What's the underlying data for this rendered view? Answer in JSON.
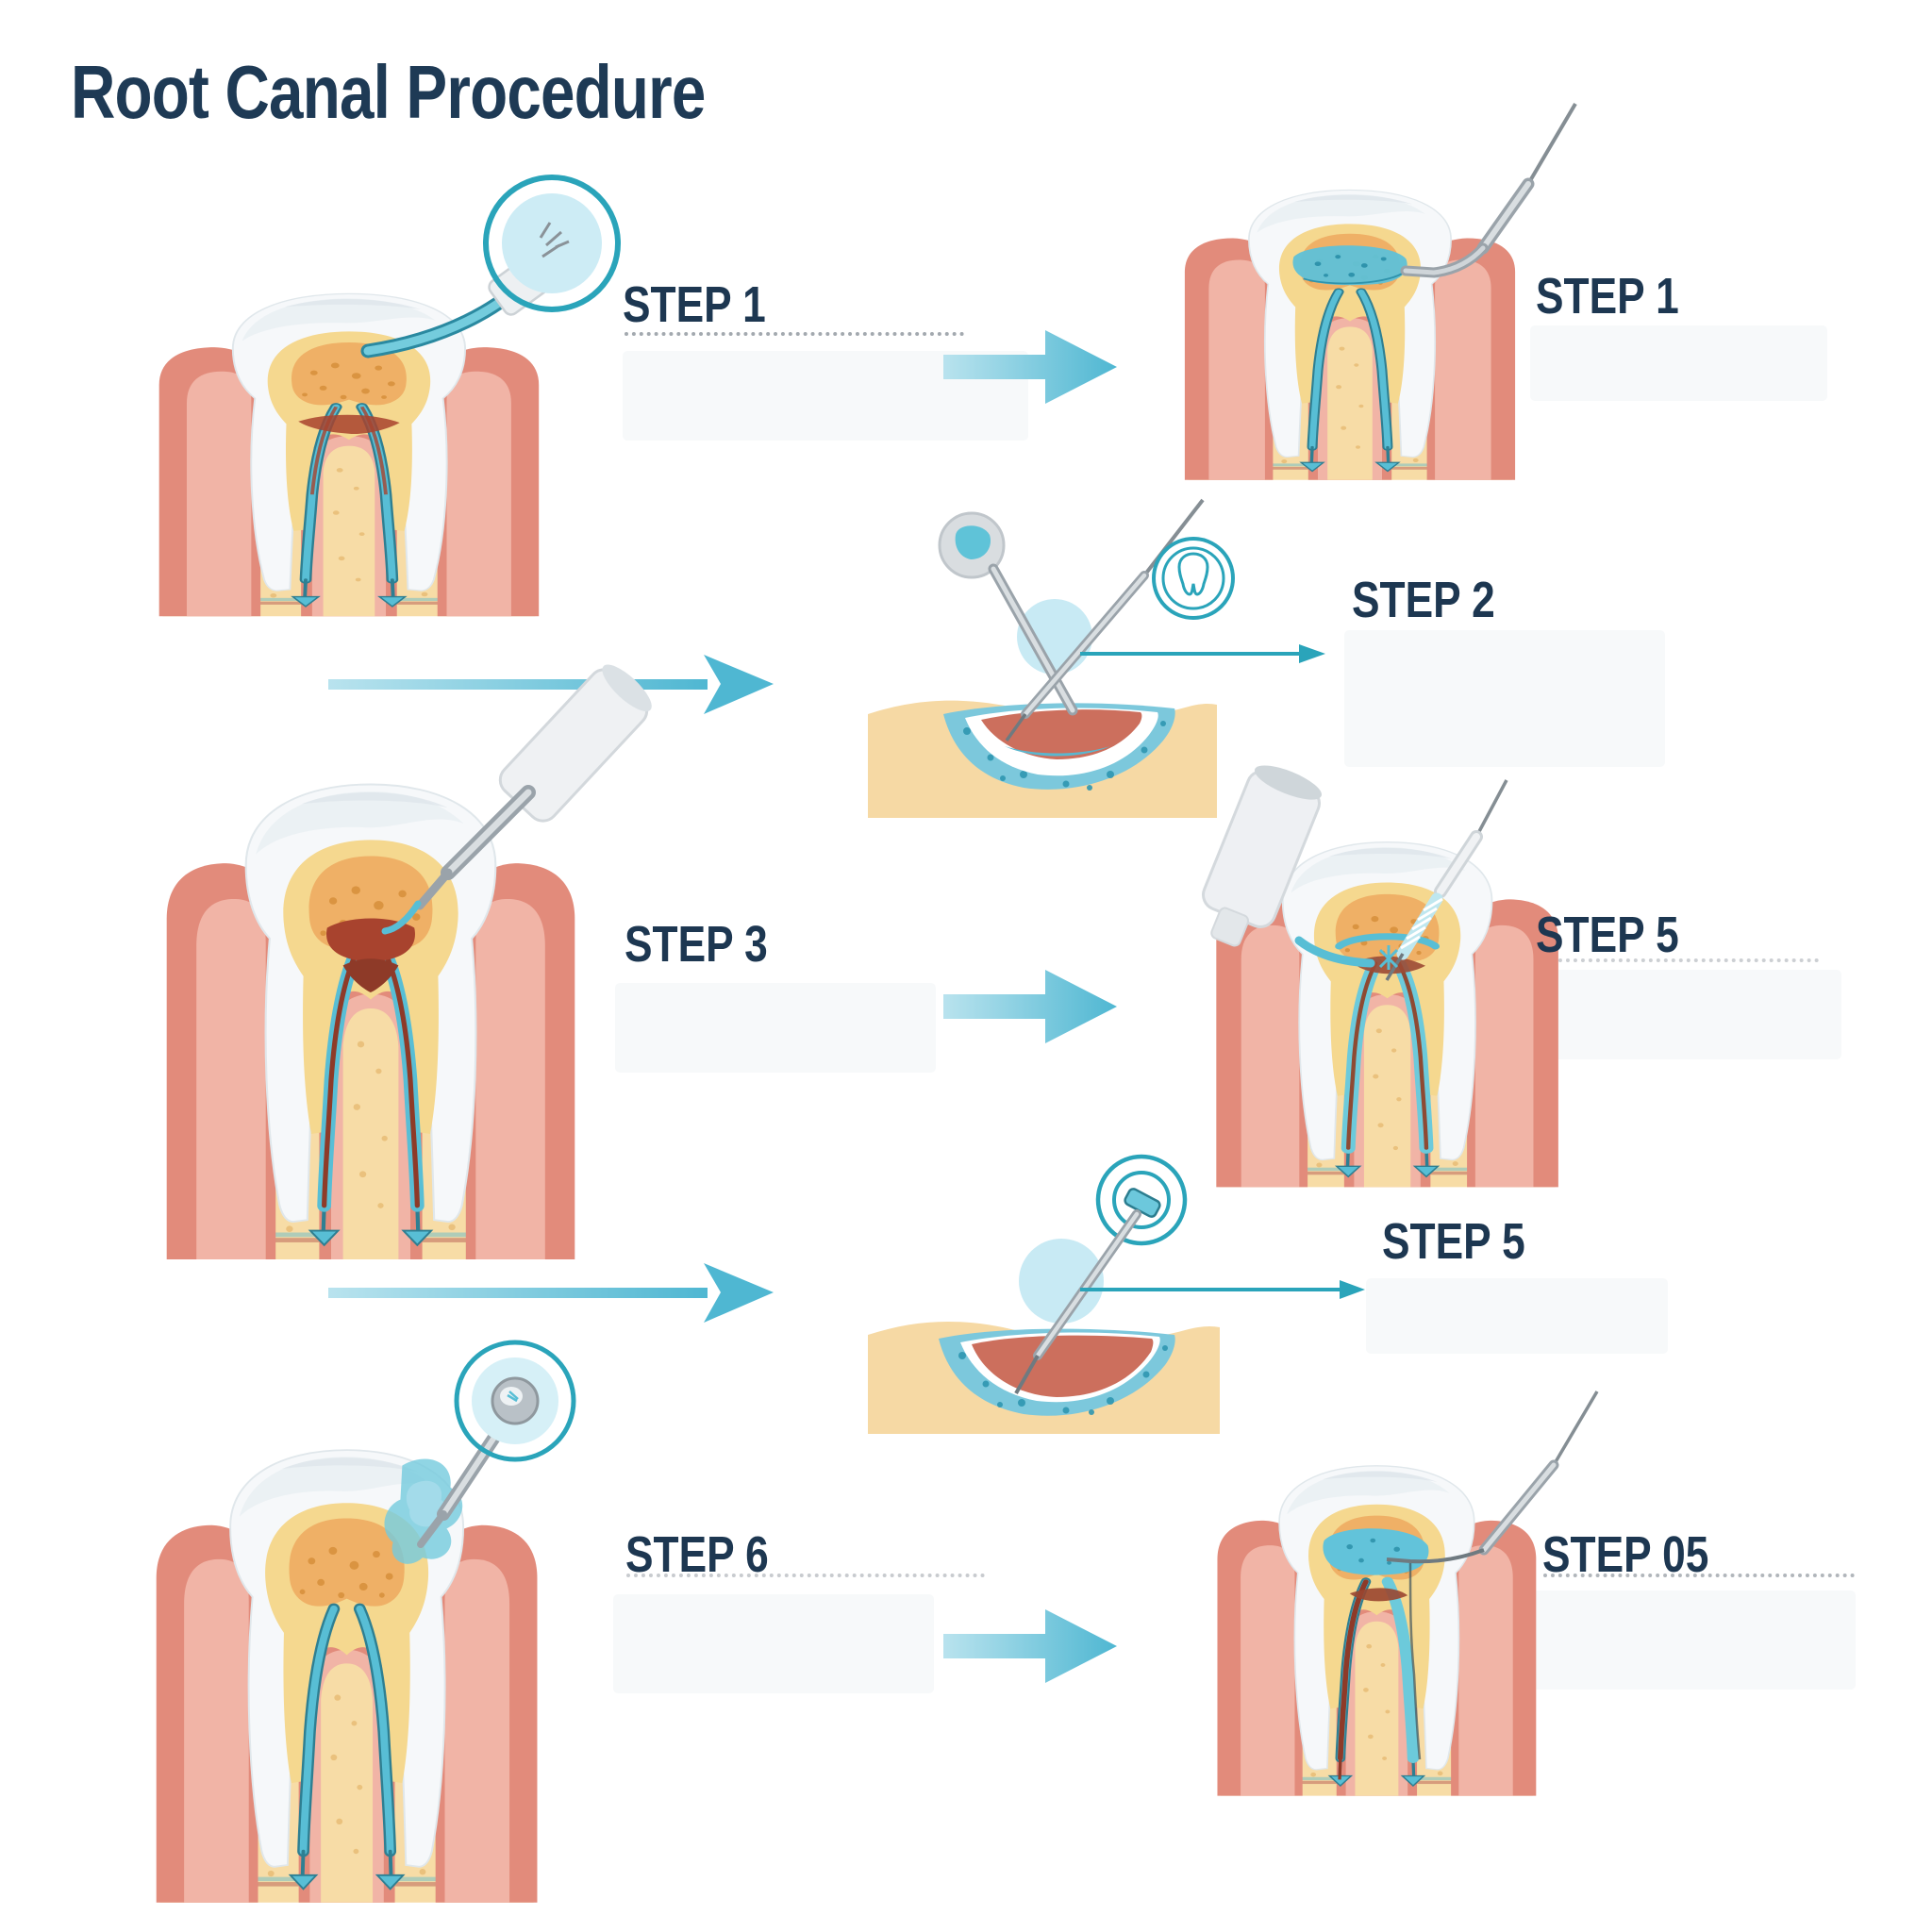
{
  "title": "Root Canal Procedure",
  "panels": [
    {
      "id": "row1-left",
      "step_label": "STEP 1",
      "illustration": "tooth-cross-section-with-suction-tip-and-magnifier-circle",
      "remnant_text_visible": true
    },
    {
      "id": "row1-right",
      "step_label": "STEP 1",
      "illustration": "tooth-cross-section-with-bent-endo-file",
      "remnant_text_visible": false
    },
    {
      "id": "row2-middle",
      "step_label": "STEP 2",
      "illustration": "gum-socket-with-crossed-mirror-and-explorer-plus-tooth-badge",
      "remnant_text_visible": false
    },
    {
      "id": "row2-left",
      "step_label": "STEP 3",
      "illustration": "tooth-cross-section-with-handled-instrument-infected-canals",
      "remnant_text_visible": false
    },
    {
      "id": "row2-right",
      "step_label": "STEP 5",
      "illustration": "tooth-cross-section-with-irrigation-bottle-and-spiral-file",
      "remnant_text_visible": true
    },
    {
      "id": "row3-middle",
      "step_label": "STEP 5",
      "illustration": "gum-socket-with-plugger-and-highlight-rings",
      "remnant_text_visible": false
    },
    {
      "id": "row4-left",
      "step_label": "STEP 6",
      "illustration": "tooth-cross-section-with-ball-instrument-and-irrigation-splash",
      "remnant_text_visible": true
    },
    {
      "id": "row4-right",
      "step_label": "STEP 05",
      "illustration": "tooth-cross-section-with-needle-and-blue-filled-canal",
      "remnant_text_visible": true
    }
  ],
  "icons": [
    "arrow-right-icon",
    "long-arrow-right-icon",
    "thin-arrow-right-icon",
    "magnifier-circle-icon",
    "tooth-badge-icon",
    "dental-mirror-icon",
    "dental-explorer-icon",
    "endo-file-icon",
    "irrigation-bottle-icon",
    "spiral-file-icon",
    "ball-burnisher-icon",
    "plugger-icon"
  ],
  "colors": {
    "heading_navy": "#1d3751",
    "arrow_teal": "#4fb7d2",
    "arrow_teal_light": "#aedfec",
    "ring_teal": "#2aa4ba",
    "enamel_white": "#f6f8fa",
    "dentin_yellow": "#f5d88f",
    "pulp_orange": "#efb066",
    "infected_red": "#a8432e",
    "canal_teal": "#58bed5",
    "canal_teal_dark": "#2e7f92",
    "gum_pink": "#e28b7b",
    "gum_pink_light": "#f1b4a6",
    "bone_tan": "#f7dca6",
    "bone_speckle": "#e8bd76",
    "tool_metal": "#aab3ba",
    "tool_metal_light": "#dde2e5",
    "highlight_blue": "#cdecf5"
  }
}
